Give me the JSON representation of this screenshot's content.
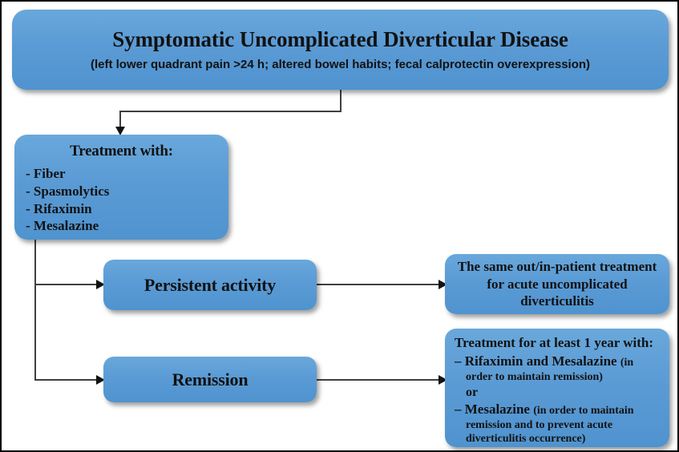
{
  "diagram": {
    "title_node": {
      "main": "Symptomatic Uncomplicated Diverticular Disease",
      "sub": "(left lower quadrant pain >24 h; altered bowel habits; fecal calprotectin overexpression)"
    },
    "treatment_node": {
      "heading": "Treatment with:",
      "items": [
        "- Fiber",
        "- Spasmolytics",
        "- Rifaximin",
        "- Mesalazine"
      ]
    },
    "outcome_persistent": {
      "label": "Persistent activity"
    },
    "outcome_remission": {
      "label": "Remission"
    },
    "acute_node": {
      "line1": "The same out/in-patient treatment",
      "line2": "for acute uncomplicated",
      "line3": "diverticulitis"
    },
    "maintenance_node": {
      "heading": "Treatment for at least 1 year with:",
      "item1_bullet": "–",
      "item1_drug": "Rifaximin and Mesalazine",
      "item1_paren_start": "(in",
      "item1_cont": "order to maintain remission)",
      "connector": "or",
      "item2_bullet": "–",
      "item2_drug": "Mesalazine",
      "item2_paren_start": "(in order to maintain",
      "item2_cont1": "remission and to prevent acute",
      "item2_cont2": "diverticulitis occurrence)"
    },
    "colors": {
      "node_fill": "#5b9bd5",
      "node_fill_light": "#69a8db",
      "node_fill_dark": "#4f93cf",
      "connector": "#3f3f3f",
      "text": "#121212",
      "canvas_border": "#000000"
    }
  }
}
